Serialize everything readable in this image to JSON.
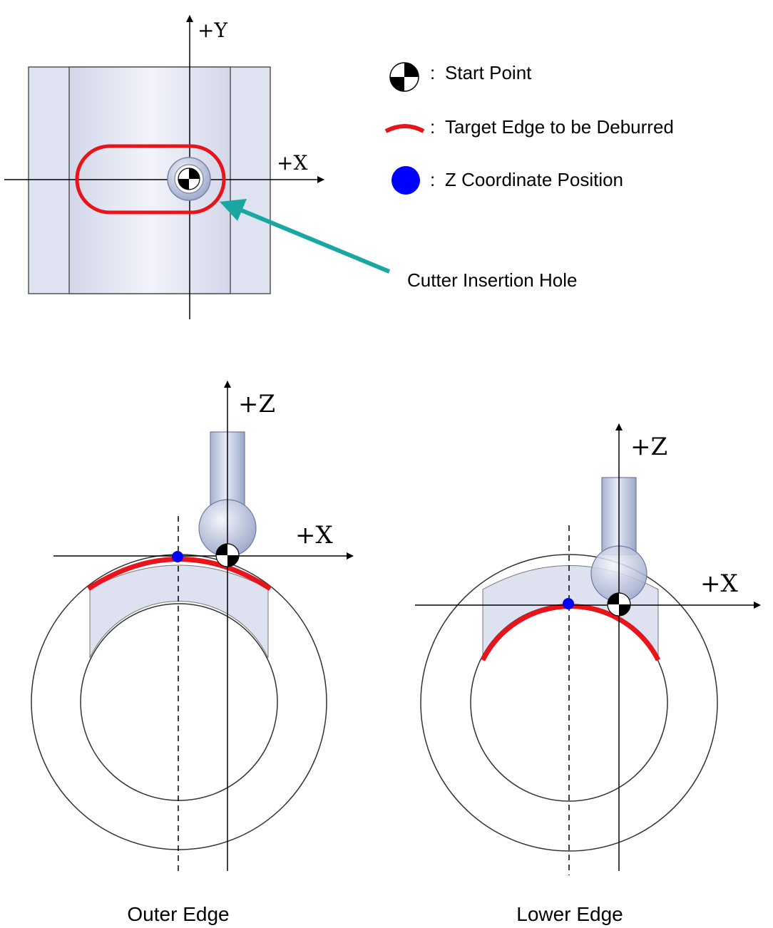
{
  "top_view": {
    "axis_y": "+Y",
    "axis_x": "+X",
    "callout": "Cutter Insertion Hole"
  },
  "legend": {
    "start_point": "Start Point",
    "target_edge": "Target Edge to be Deburred",
    "z_position": "Z Coordinate Position",
    "separator": ":"
  },
  "outer_view": {
    "axis_z": "+Z",
    "axis_x": "+X",
    "caption": "Outer Edge"
  },
  "lower_view": {
    "axis_z": "+Z",
    "axis_x": "+X",
    "caption": "Lower Edge"
  },
  "colors": {
    "edge": "#e8141b",
    "z_point": "#0000ff",
    "arrow": "#1aa7a2",
    "body": "#dfe3f2"
  }
}
